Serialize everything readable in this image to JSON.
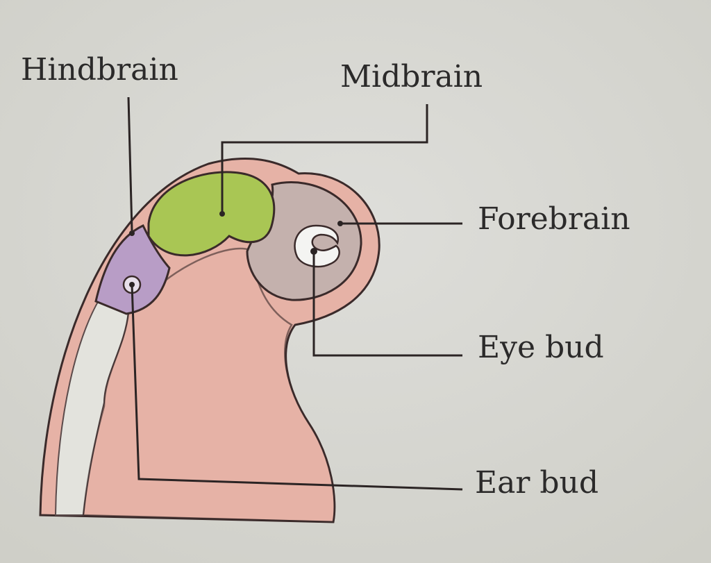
{
  "diagram": {
    "labels": {
      "hindbrain": "Hindbrain",
      "midbrain": "Midbrain",
      "forebrain": "Forebrain",
      "eye_bud": "Eye bud",
      "ear_bud": "Ear bud"
    },
    "colors": {
      "background": "#d9d9d3",
      "skin": "#e6b2a6",
      "midbrain": "#a9c654",
      "hindbrain": "#b89dc6",
      "forebrain": "#c4b1ad",
      "spinal_strip": "#e3e3dd"
    }
  }
}
